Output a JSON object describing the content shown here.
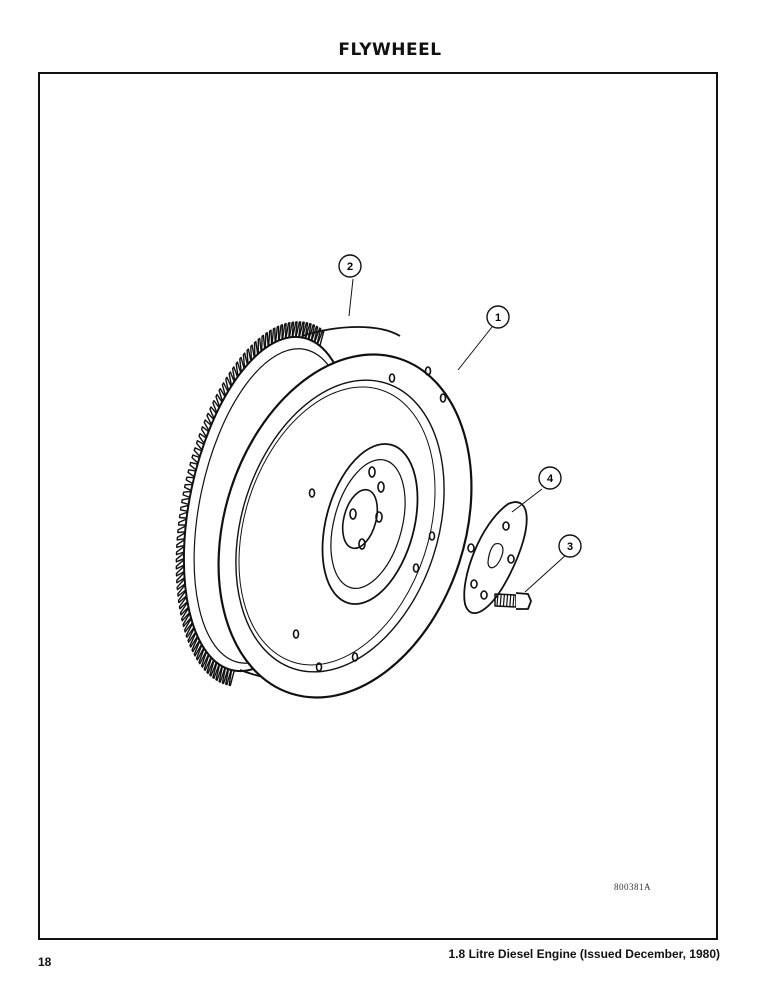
{
  "page": {
    "title": "FLYWHEEL",
    "page_number": "18",
    "footer": "1.8 Litre Diesel Engine (Issued December, 1980)"
  },
  "figure": {
    "drawing_id": "800381A",
    "callouts": [
      "1",
      "2",
      "3",
      "4"
    ],
    "parts_depicted": [
      "flywheel",
      "ring-gear",
      "bolt",
      "retainer-plate"
    ]
  }
}
